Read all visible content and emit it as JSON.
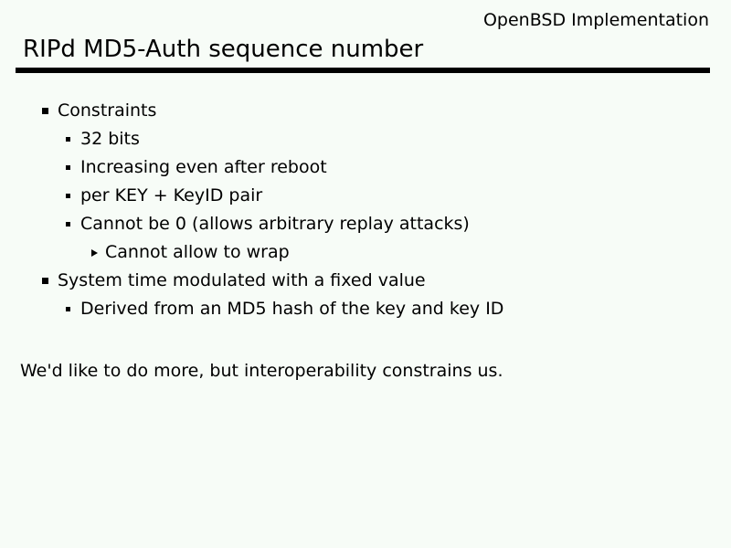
{
  "slide": {
    "corner_label": "OpenBSD Implementation",
    "title": "RIPd MD5-Auth sequence number",
    "bullets": [
      {
        "level": 1,
        "text": "Constraints"
      },
      {
        "level": 2,
        "text": "32 bits"
      },
      {
        "level": 2,
        "text": "Increasing even after reboot"
      },
      {
        "level": 2,
        "text": "per KEY + KeyID pair"
      },
      {
        "level": 2,
        "text": "Cannot be 0 (allows arbitrary replay attacks)"
      },
      {
        "level": 3,
        "text": "Cannot allow to wrap"
      },
      {
        "level": 1,
        "text": "System time modulated with a fixed value"
      },
      {
        "level": 2,
        "text": "Derived from an MD5 hash of the key and key ID"
      }
    ],
    "footer_note": "We'd like to do more, but interoperability constrains us.",
    "colors": {
      "background": "#f7fcf7",
      "text": "#000000",
      "rule": "#000000"
    }
  }
}
